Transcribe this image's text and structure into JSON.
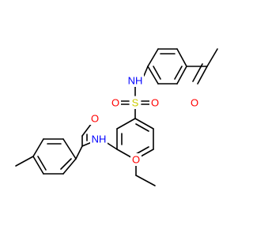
{
  "colors": {
    "bond": "#000000",
    "N": "#0000ff",
    "O": "#ff0000",
    "S": "#cccc00"
  },
  "molecule": {
    "atoms": [
      {
        "id": "S1",
        "text": "S",
        "element": "S"
      },
      {
        "id": "O1",
        "text": "O",
        "element": "O"
      },
      {
        "id": "O2",
        "text": "O",
        "element": "O"
      },
      {
        "id": "N1",
        "text": "NH",
        "element": "N"
      },
      {
        "id": "N2",
        "text": "NH",
        "element": "N"
      },
      {
        "id": "O3",
        "text": "O",
        "element": "O"
      },
      {
        "id": "O4",
        "text": "O",
        "element": "O"
      },
      {
        "id": "O5",
        "text": "O",
        "element": "O"
      }
    ]
  }
}
